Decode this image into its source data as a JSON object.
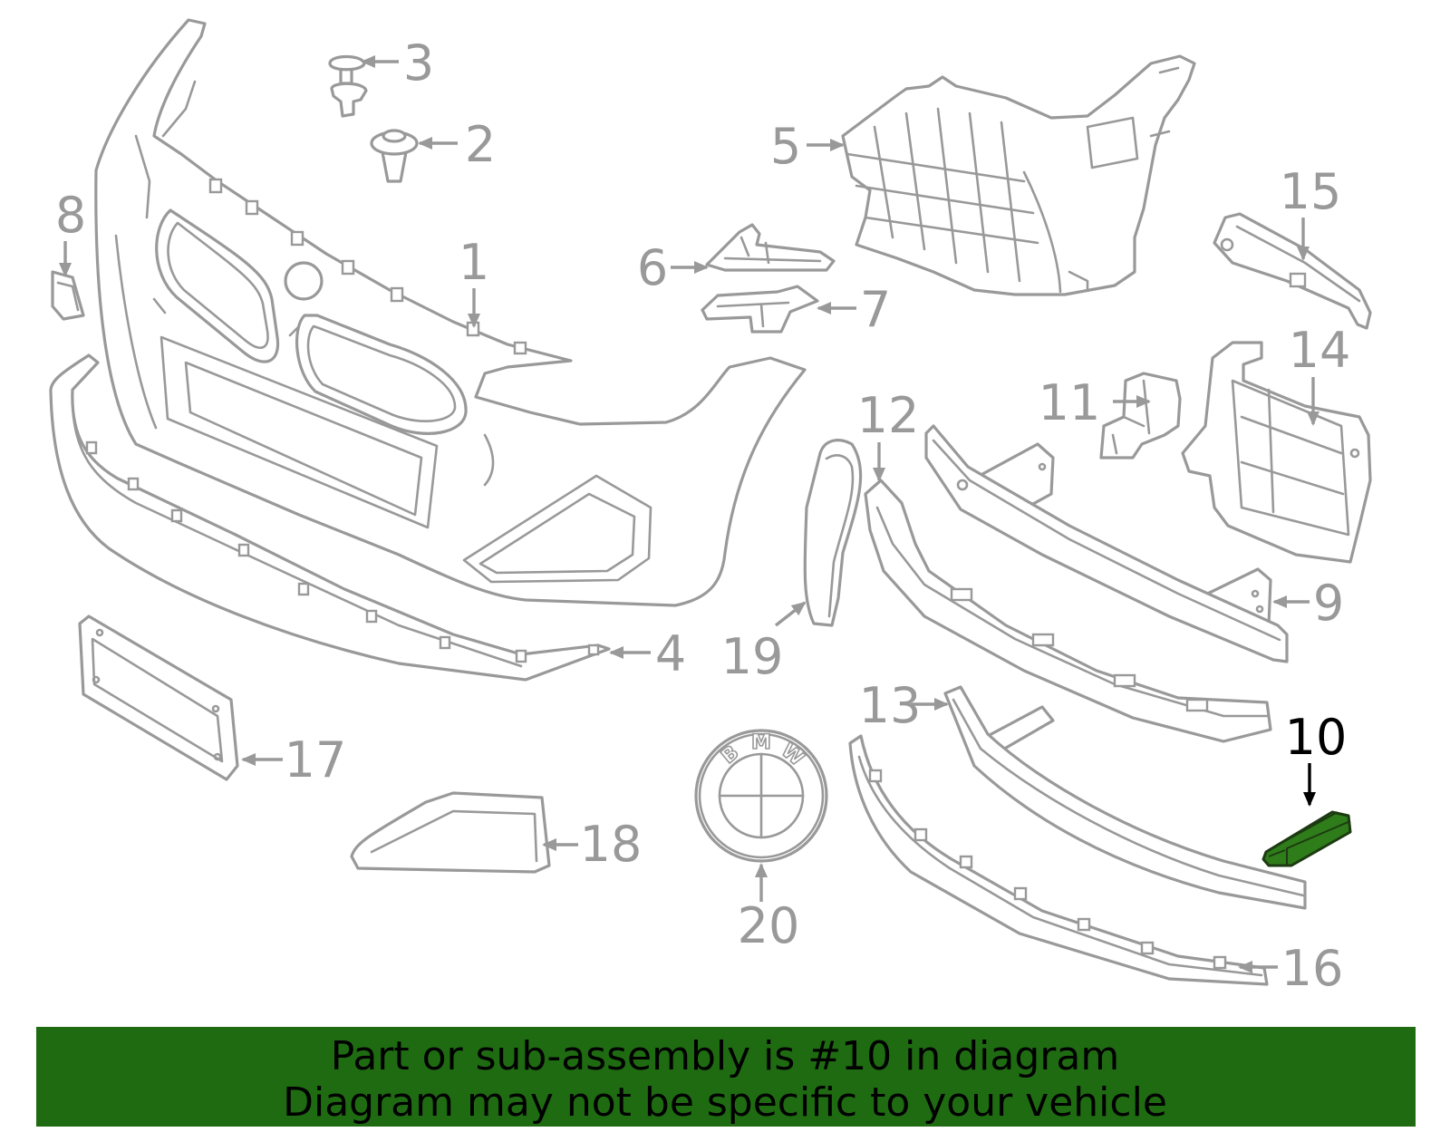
{
  "diagram": {
    "callouts": [
      "1",
      "2",
      "3",
      "4",
      "5",
      "6",
      "7",
      "8",
      "9",
      "10",
      "11",
      "12",
      "13",
      "14",
      "15",
      "16",
      "17",
      "18",
      "19",
      "20"
    ],
    "highlighted_callout": "10",
    "line_color": "#999999",
    "highlight_color": "#2e7d1a",
    "emblem": {
      "letters": [
        "B",
        "M",
        "W"
      ]
    }
  },
  "banner": {
    "line1": "Part or sub-assembly is #10 in diagram",
    "line2": "Diagram may not be specific to your vehicle",
    "background": "#1f6b12"
  }
}
